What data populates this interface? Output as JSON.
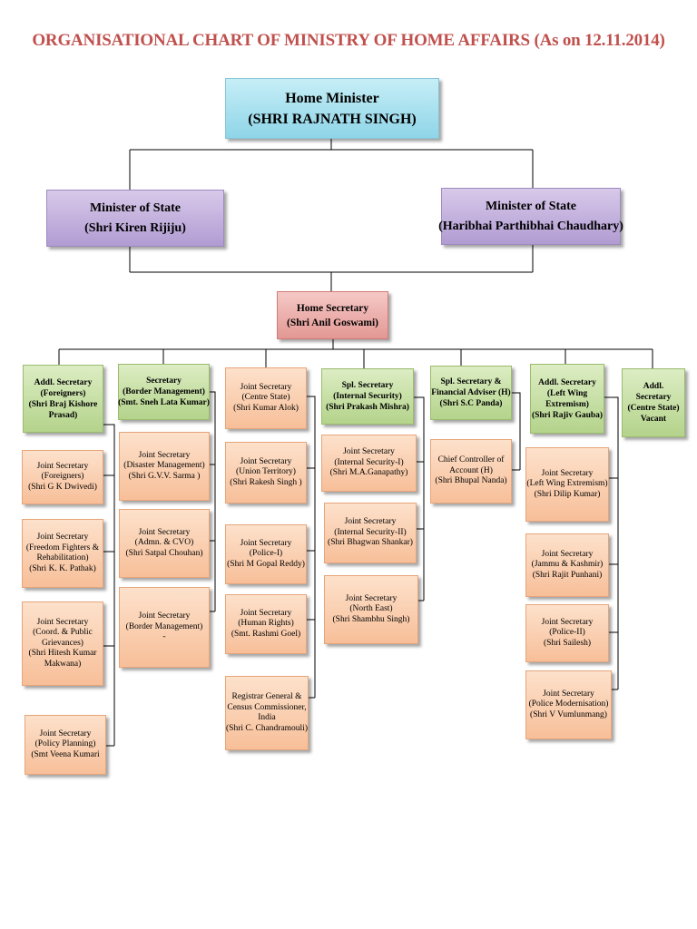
{
  "title": "ORGANISATIONAL CHART OF MINISTRY OF HOME AFFAIRS (As on 12.11.2014)",
  "colors": {
    "title": "#c0504d",
    "minister": "#9fdcec",
    "minister_of_state": "#c3b1df",
    "home_secretary": "#eba8a4",
    "secretary": "#c6e0a3",
    "joint_secretary": "#f9cfb1",
    "connector": "#000000"
  },
  "nodes": {
    "home_minister": [
      "Home Minister",
      "(SHRI RAJNATH SINGH)"
    ],
    "mos_1": [
      "Minister of State",
      "(Shri Kiren Rijiju)"
    ],
    "mos_2": [
      "Minister of State",
      "(Haribhai Parthibhai Chaudhary)"
    ],
    "home_secretary": [
      "Home Secretary",
      "(Shri Anil Goswami)"
    ],
    "addl_secretary_foreigners": [
      "Addl. Secretary",
      "(Foreigners)",
      "(Shri Braj Kishore",
      "Prasad)"
    ],
    "secretary_border": [
      "Secretary",
      "(Border Management)",
      "(Smt. Sneh Lata Kumar)"
    ],
    "spl_secretary_is": [
      "Spl. Secretary",
      "(Internal Security)",
      "(Shri Prakash Mishra)"
    ],
    "spl_secretary_fa": [
      "Spl.  Secretary &",
      "Financial Adviser (H)",
      "(Shri S.C Panda)"
    ],
    "addl_secretary_lwe": [
      "Addl. Secretary",
      "(Left Wing",
      "Extremism)",
      "(Shri Rajiv Gauba)"
    ],
    "addl_secretary_cs": [
      "Addl.",
      "Secretary",
      "(Centre State)",
      "Vacant"
    ],
    "js_foreigners": [
      "Joint Secretary",
      "(Foreigners)",
      "(Shri G K Dwivedi)"
    ],
    "js_freedom": [
      "Joint Secretary",
      "(Freedom Fighters &",
      "Rehabilitation)",
      "(Shri K. K. Pathak)"
    ],
    "js_coord": [
      "Joint Secretary",
      "(Coord. & Public",
      "Grievances)",
      "(Shri Hitesh Kumar",
      "Makwana)"
    ],
    "js_policy": [
      "Joint Secretary",
      "(Policy Planning)",
      "(Smt Veena Kumari"
    ],
    "js_disaster": [
      "Joint Secretary",
      "(Disaster Management)",
      "(Shri G.V.V. Sarma )"
    ],
    "js_admn": [
      "Joint Secretary",
      "(Admn. & CVO)",
      "(Shri Satpal Chouhan)"
    ],
    "js_border": [
      "Joint Secretary",
      "(Border Management)",
      "-"
    ],
    "js_centre_state": [
      "Joint Secretary",
      "(Centre State)",
      "(Shri Kumar Alok)"
    ],
    "js_ut": [
      "Joint Secretary",
      "(Union Territory)",
      "(Shri Rakesh Singh )"
    ],
    "js_police1": [
      "Joint Secretary",
      "(Police-I)",
      "(Shri M Gopal Reddy)"
    ],
    "js_hr": [
      "Joint Secretary",
      "(Human Rights)",
      "(Smt. Rashmi Goel)"
    ],
    "registrar_general": [
      "Registrar General &",
      "Census Commissioner,",
      "India",
      "(Shri C. Chandramouli)"
    ],
    "js_is1": [
      "Joint Secretary",
      "(Internal Security-I)",
      "(Shri M.A.Ganapathy)"
    ],
    "js_is2": [
      "Joint Secretary",
      "(Internal Security-II)",
      "(Shri Bhagwan Shankar)"
    ],
    "js_ne": [
      "Joint Secretary",
      "(North East)",
      "(Shri Shambhu Singh)"
    ],
    "chief_controller": [
      "Chief Controller of",
      "Account (H)",
      "(Shri Bhupal Nanda)"
    ],
    "js_lwe": [
      "Joint Secretary",
      "(Left Wing Extremism)",
      "(Shri Dilip Kumar)"
    ],
    "js_jk": [
      "Joint Secretary",
      "(Jammu & Kashmir)",
      "(Shri Rajit Punhani)"
    ],
    "js_police2": [
      "Joint Secretary",
      "(Police-II)",
      "(Shri Sailesh)"
    ],
    "js_modernisation": [
      "Joint Secretary",
      "(Police Modernisation)",
      "(Shri V Vumlunmang)"
    ]
  }
}
